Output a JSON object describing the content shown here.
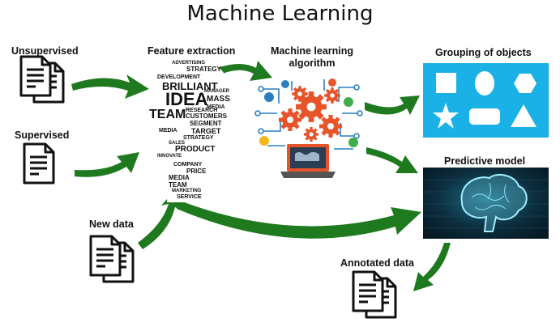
{
  "title": "Machine Learning",
  "labels": {
    "unsupervised": "Unsupervised",
    "supervised": "Supervised",
    "new_data": "New data",
    "feature_extraction": "Feature extraction",
    "ml_algorithm_line1": "Machine learning",
    "ml_algorithm_line2": "algorithm",
    "grouping": "Grouping of objects",
    "predictive": "Predictive model",
    "annotated": "Annotated data"
  },
  "word_cloud": {
    "words": [
      "ADVERTISING",
      "STRATEGY",
      "DEVELOPMENT",
      "BRILLIANT",
      "IDEA",
      "MANAGER",
      "MASS",
      "MEDIA",
      "TEAM",
      "RESEARCH",
      "CUSTOMERS",
      "SEGMENT",
      "TARGET",
      "MEDIA",
      "STRATEGY",
      "PRODUCT",
      "PRICE",
      "SALES",
      "COMPANY",
      "MEDIA",
      "TEAM",
      "MARKETING",
      "SERVICE",
      "INNOVATE"
    ]
  },
  "colors": {
    "arrow": "#1f7a1f",
    "grouping_bg": "#1ab1e6",
    "gear": "#e8542a",
    "circuit": "#2a7fc1"
  },
  "icons": [
    "document-icon",
    "lightbulb-word-cloud-icon",
    "gears-laptop-icon",
    "shape-grouping-icon",
    "brain-icon"
  ]
}
